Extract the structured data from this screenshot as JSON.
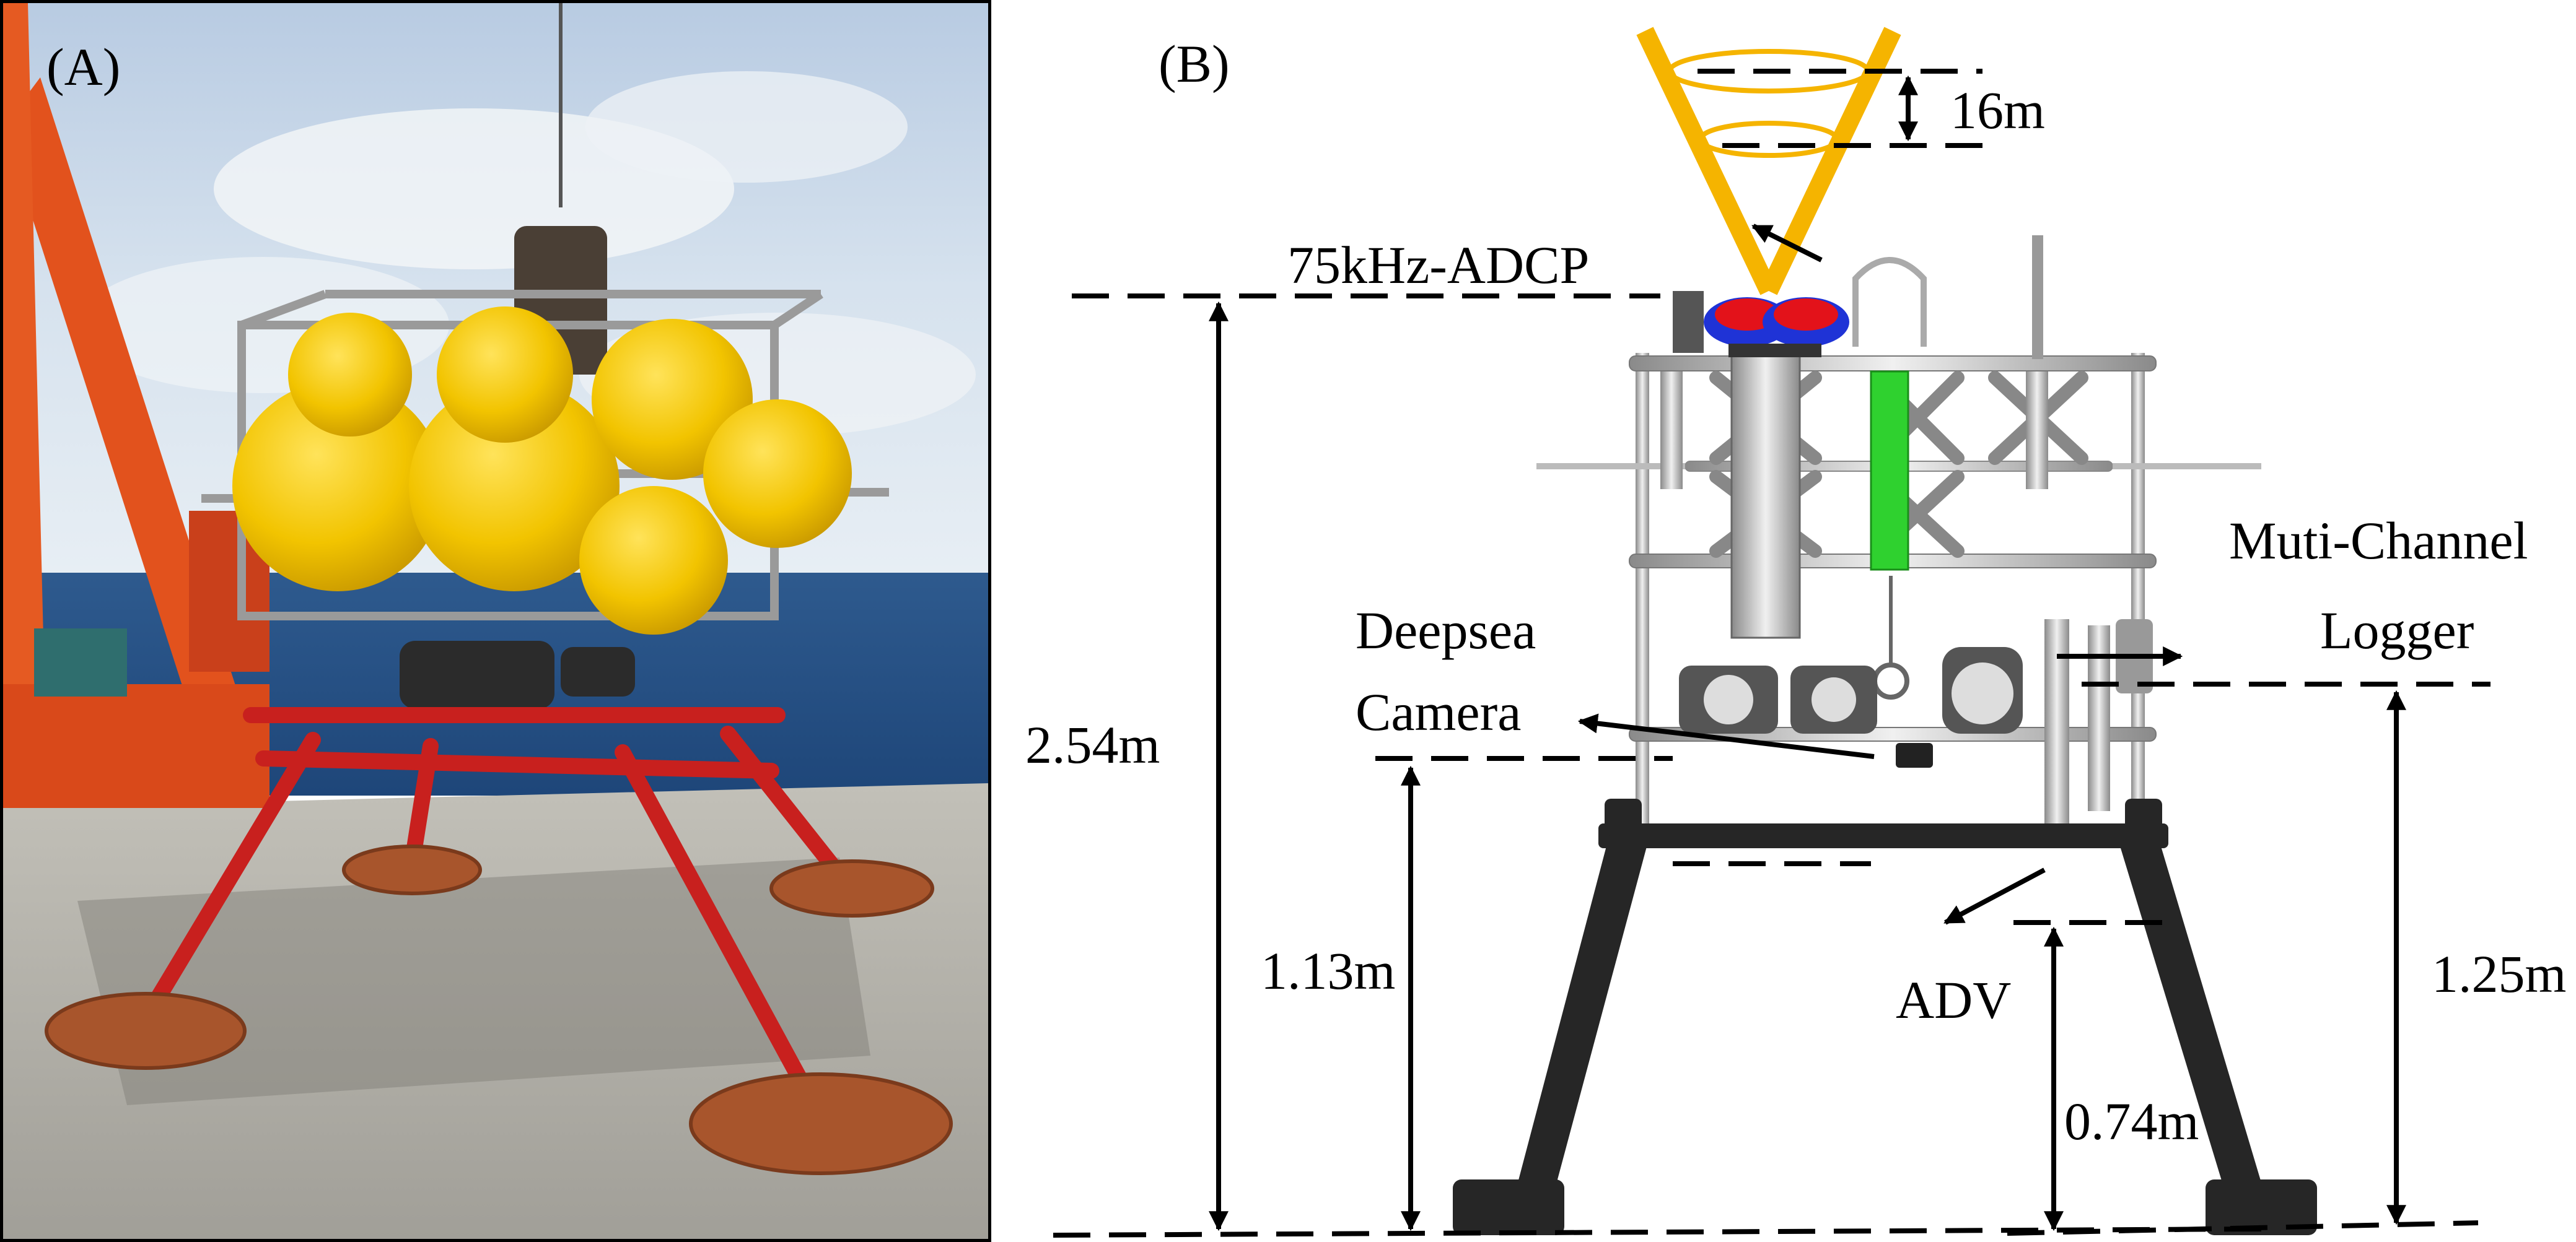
{
  "panels": {
    "a_label": "(A)",
    "b_label": "(B)"
  },
  "annotations": {
    "beam_range": "16m",
    "adcp": "75kHz-ADCP",
    "total_height": "2.54m",
    "camera_line1": "Deepsea",
    "camera_line2": "Camera",
    "logger_line1": "Muti-Channel",
    "logger_line2": "Logger",
    "camera_height": "1.13m",
    "adv": "ADV",
    "logger_height": "1.25m",
    "adv_height": "0.74m"
  },
  "colors": {
    "float_yellow": "#f2c400",
    "frame_red": "#c8201e",
    "crane_orange": "#e2521d",
    "adcp_blue": "#1f33d6",
    "adcp_red": "#e3121a",
    "beam_yellow": "#f5b400",
    "lander_black": "#262626",
    "sensor_green": "#2fd12f"
  }
}
